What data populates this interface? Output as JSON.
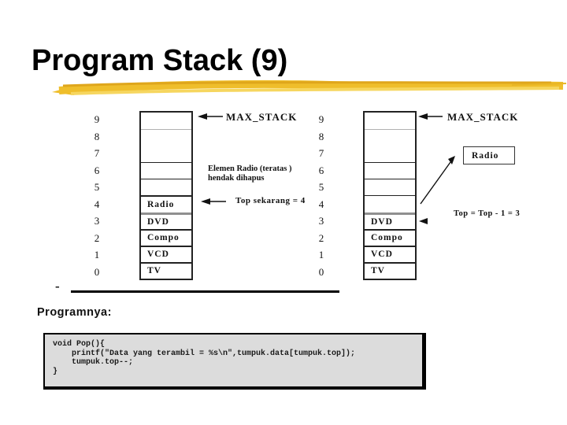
{
  "title": "Program Stack (9)",
  "accent_color": "#EFBE2B",
  "stack_before": {
    "indices": [
      "9",
      "8",
      "7",
      "6",
      "5",
      "4",
      "3",
      "2",
      "1",
      "0"
    ],
    "cells": [
      "",
      "",
      "",
      "",
      "",
      "Radio",
      "DVD",
      "Compo",
      "VCD",
      "TV"
    ],
    "max_stack_label": "MAX_STACK",
    "note_line1": "Elemen Radio (teratas )",
    "note_line2": "hendak dihapus",
    "top_label": "Top sekarang = 4"
  },
  "stack_after": {
    "indices": [
      "9",
      "8",
      "7",
      "6",
      "5",
      "4",
      "3",
      "2",
      "1",
      "0"
    ],
    "cells": [
      "",
      "",
      "",
      "",
      "",
      "",
      "DVD",
      "Compo",
      "VCD",
      "TV"
    ],
    "max_stack_label": "MAX_STACK",
    "popped_label": "Radio",
    "top_label": "Top = Top - 1 = 3"
  },
  "program": {
    "bullet": "-",
    "heading": "Programnya:",
    "code_lines": [
      "void Pop(){",
      "    printf(\"Data yang terambil = %s\\n\",tumpuk.data[tumpuk.top]);",
      "    tumpuk.top--;",
      "}"
    ]
  }
}
